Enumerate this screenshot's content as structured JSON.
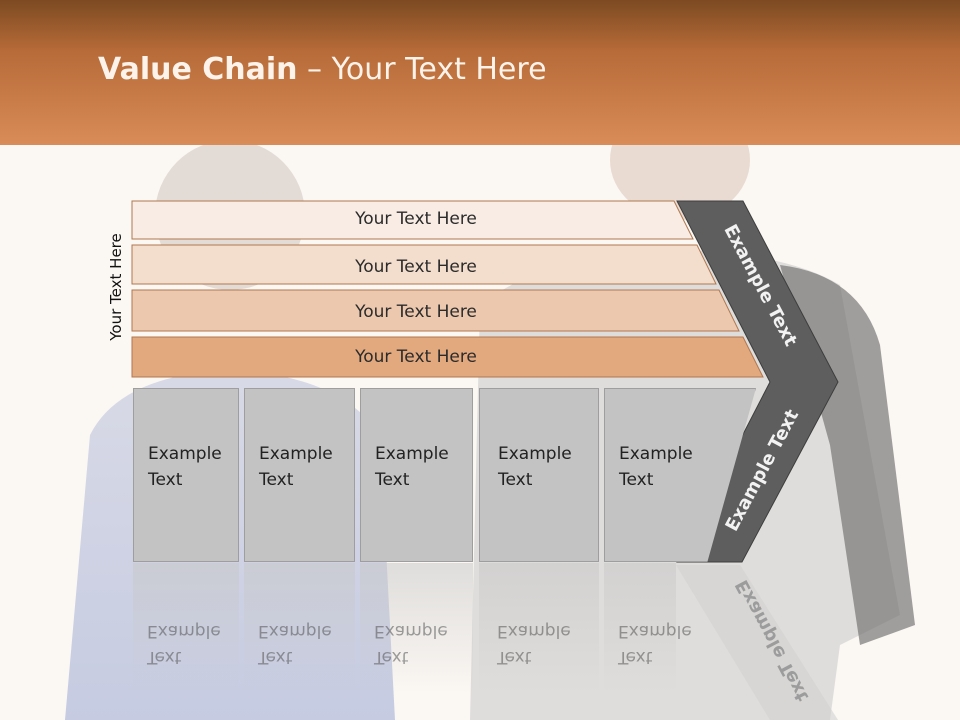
{
  "title": {
    "bold": "Value Chain",
    "rest": " – Your Text Here"
  },
  "side_label": "Your Text Here",
  "bands": [
    {
      "label": "Your Text Here",
      "color": "#f8ece4"
    },
    {
      "label": "Your Text Here",
      "color": "#f3ddcd"
    },
    {
      "label": "Your Text Here",
      "color": "#ecc9ae"
    },
    {
      "label": "Your Text Here",
      "color": "#e2a97f"
    }
  ],
  "boxes": [
    {
      "line1": "Example",
      "line2": "Text"
    },
    {
      "line1": "Example",
      "line2": "Text"
    },
    {
      "line1": "Example",
      "line2": "Text"
    },
    {
      "line1": "Example",
      "line2": "Text"
    },
    {
      "line1": "Example",
      "line2": "Text"
    }
  ],
  "chevron": {
    "upper": "Example Text",
    "lower": "Example Text",
    "reflection": "Example Text"
  },
  "colors": {
    "header_dark": "#7c4a22",
    "header_light": "#d98c57",
    "chevron": "#5e5e5e",
    "box": "#c3c3c3"
  }
}
